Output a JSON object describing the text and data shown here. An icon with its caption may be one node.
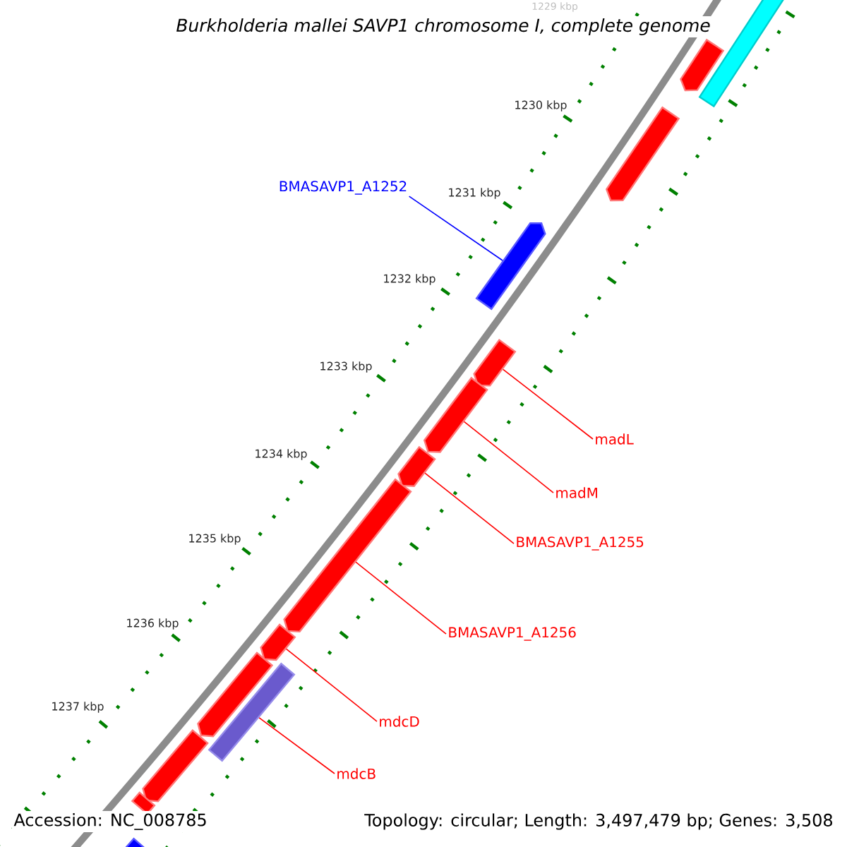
{
  "diagram": {
    "title": "*Burkholderia mallei* SAVP1 chromosome I, complete genome",
    "nodes": [
      {
        "text": [
          "BMASAVP1_A1252"
        ]
      },
      {
        "text": [
          "madL"
        ]
      },
      {
        "text": [
          "madM"
        ]
      },
      {
        "text": [
          "BMASAVP1_A1255"
        ]
      },
      {
        "text": [
          "BMASAVP1_A1256"
        ]
      },
      {
        "text": [
          "mdcD"
        ]
      },
      {
        "text": [
          "mdcB"
        ]
      },
      {
        "text": [],
        "shape": "arrow"
      },
      {
        "text": [],
        "shape": "bar"
      },
      {
        "text": [],
        "shape": "arrow"
      },
      {
        "text": [],
        "shape": "arrow"
      },
      {
        "text": [],
        "shape": "arrow"
      },
      {
        "text": [],
        "shape": "arrow"
      },
      {
        "text": [],
        "shape": "arrow"
      },
      {
        "text": [],
        "shape": "arrow"
      },
      {
        "text": [],
        "shape": "arrow"
      },
      {
        "text": [],
        "shape": "arrow"
      },
      {
        "text": [],
        "shape": "bar"
      },
      {
        "text": [],
        "shape": "arrow"
      },
      {
        "text": [],
        "shape": "bar"
      },
      {
        "text": [],
        "shape": "bar"
      }
    ],
    "edges": [
      {
        "from": 0,
        "to": 10,
        "arrow": "none",
        "color": "#0000ff"
      },
      {
        "from": 1,
        "to": 11,
        "arrow": "none"
      },
      {
        "from": 2,
        "to": 12,
        "arrow": "none"
      },
      {
        "from": 3,
        "to": 13,
        "arrow": "none"
      },
      {
        "from": 4,
        "to": 14,
        "arrow": "none"
      },
      {
        "from": 5,
        "to": 15,
        "arrow": "none"
      },
      {
        "from": 6,
        "to": 17,
        "arrow": "none"
      }
    ],
    "labels": [
      "1229 kbp",
      "1230 kbp",
      "1231 kbp",
      "1232 kbp",
      "1233 kbp",
      "1234 kbp",
      "1235 kbp",
      "1236 kbp",
      "1237 kbp",
      "Accession: NC_008785",
      "Topology: circular; Length: 3,497,479 bp; Genes: 3,508"
    ]
  }
}
